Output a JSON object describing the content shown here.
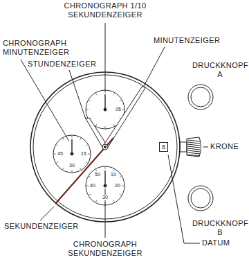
{
  "diagram": {
    "nodes": [
      {
        "text": [
          "8"
        ]
      }
    ],
    "labels": [
      "CHRONOGRAPH 1/10 SEKUNDENZEIGER",
      "CHRONOGRAPH MINUTENZEIGER",
      "STUNDENZEIGER",
      "MINUTENZEIGER",
      "DRUCKKNOPF A",
      "KRONE",
      "DRUCKKNOPF B",
      "SEKUNDENZEIGER",
      "CHRONOGRAPH SEKUNDENZEIGER",
      "DATUM",
      "05",
      "45",
      "15",
      "30",
      "50",
      "10",
      "40",
      "20",
      "30"
    ]
  }
}
